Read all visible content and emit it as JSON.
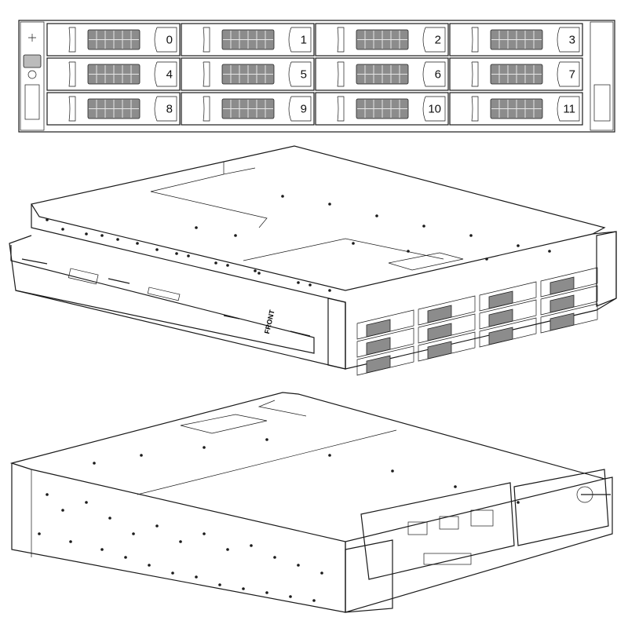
{
  "front_view": {
    "bays": [
      {
        "label": "0"
      },
      {
        "label": "1"
      },
      {
        "label": "2"
      },
      {
        "label": "3"
      },
      {
        "label": "4"
      },
      {
        "label": "5"
      },
      {
        "label": "6"
      },
      {
        "label": "7"
      },
      {
        "label": "8"
      },
      {
        "label": "9"
      },
      {
        "label": "10"
      },
      {
        "label": "11"
      }
    ],
    "columns": 4,
    "rows": 3
  },
  "side_view": {
    "rail_label": "FRONT"
  },
  "rear_view": {}
}
